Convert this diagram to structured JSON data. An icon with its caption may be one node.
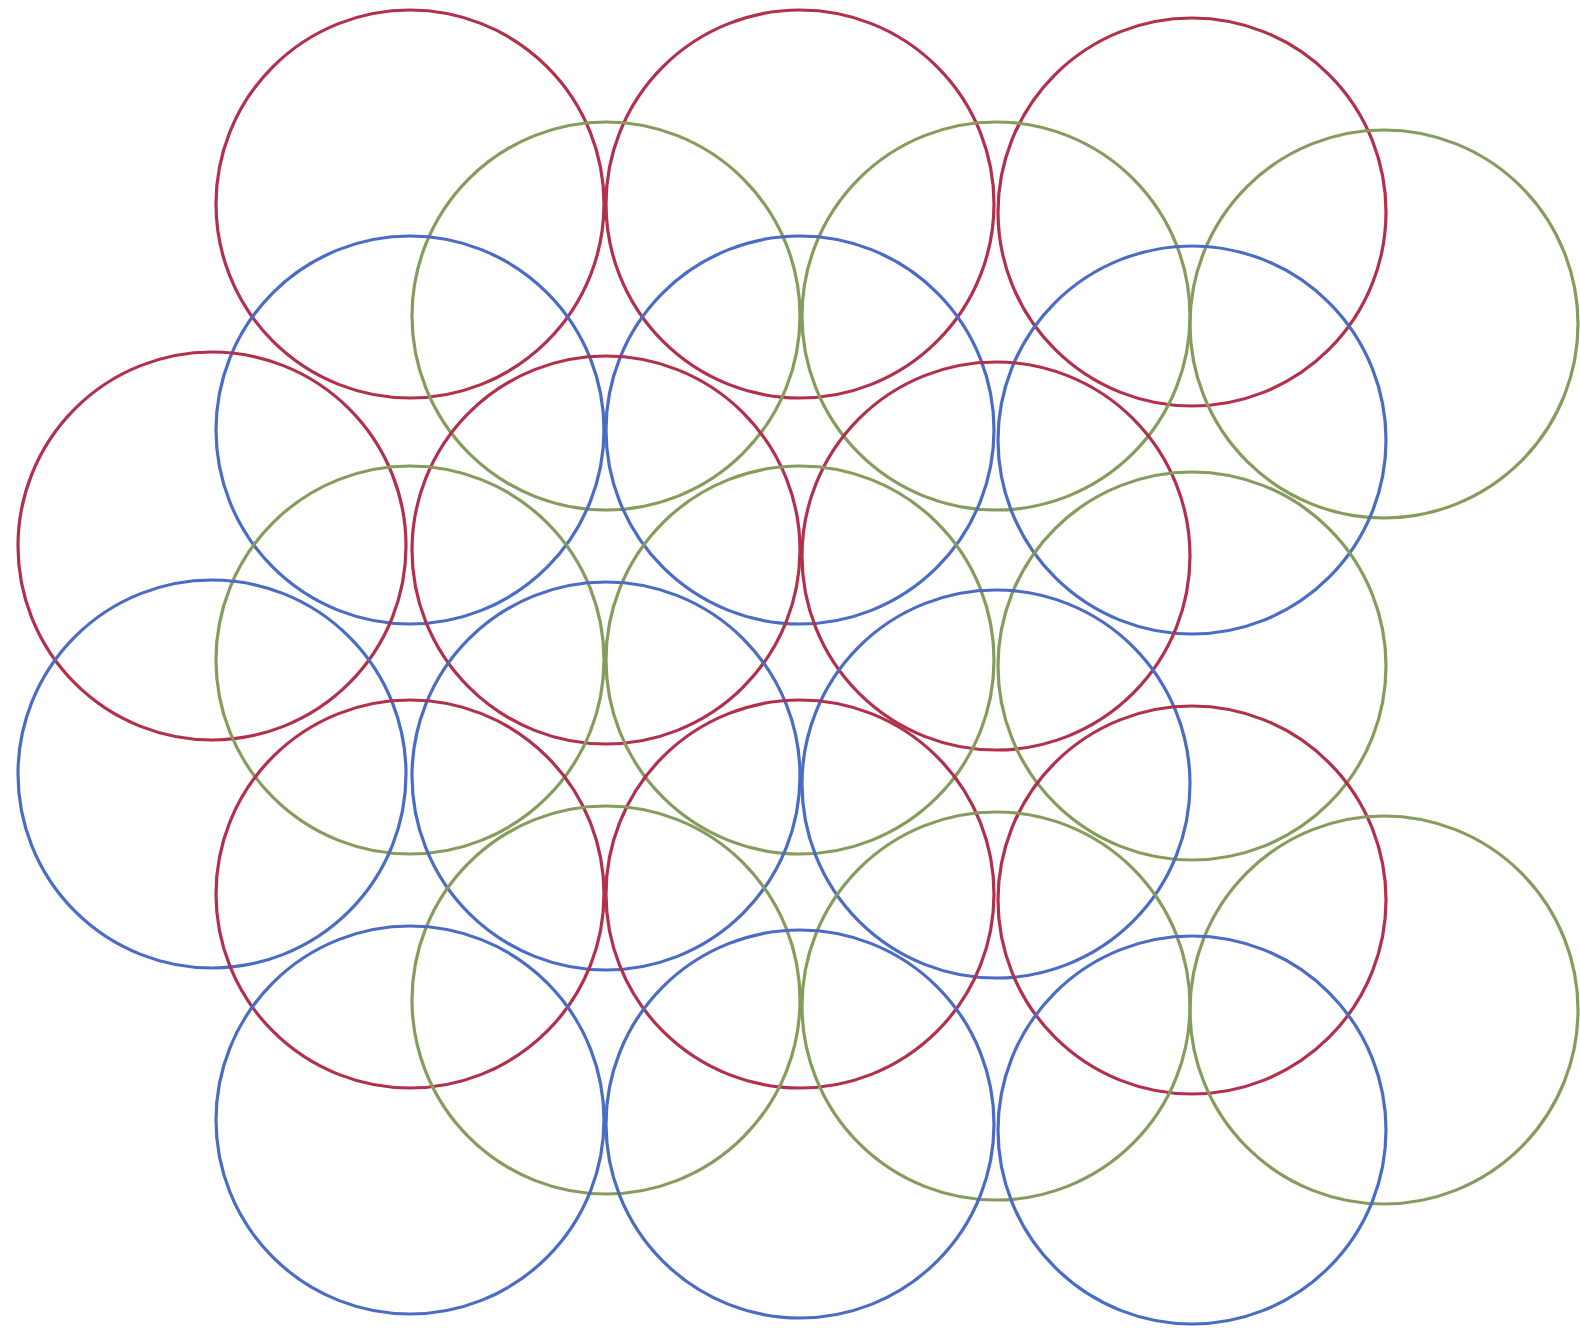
{
  "diagram": {
    "nodes": [
      {
        "text": [],
        "shape": "circle"
      },
      {
        "text": [],
        "shape": "circle"
      },
      {
        "text": [],
        "shape": "circle"
      },
      {
        "text": [],
        "shape": "circle"
      },
      {
        "text": [],
        "shape": "circle"
      },
      {
        "text": [],
        "shape": "circle"
      },
      {
        "text": [],
        "shape": "circle"
      },
      {
        "text": [],
        "shape": "circle"
      },
      {
        "text": [],
        "shape": "circle"
      },
      {
        "text": [],
        "shape": "circle"
      },
      {
        "text": [],
        "shape": "circle"
      },
      {
        "text": [],
        "shape": "circle"
      },
      {
        "text": [],
        "shape": "circle"
      },
      {
        "text": [],
        "shape": "circle"
      },
      {
        "text": [],
        "shape": "circle"
      },
      {
        "text": [],
        "shape": "circle"
      },
      {
        "text": [],
        "shape": "circle"
      },
      {
        "text": [],
        "shape": "circle"
      },
      {
        "text": [],
        "shape": "circle"
      },
      {
        "text": [],
        "shape": "circle"
      },
      {
        "text": [],
        "shape": "circle"
      },
      {
        "text": [],
        "shape": "circle"
      },
      {
        "text": [],
        "shape": "circle"
      },
      {
        "text": [],
        "shape": "circle"
      },
      {
        "text": [],
        "shape": "circle"
      },
      {
        "text": [],
        "shape": "circle"
      },
      {
        "text": [],
        "shape": "circle"
      }
    ]
  }
}
